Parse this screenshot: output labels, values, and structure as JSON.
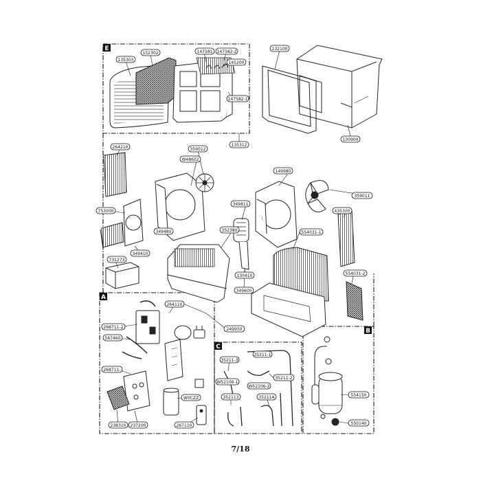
{
  "page_number": "7/18",
  "sections": {
    "E": "E",
    "A": "A",
    "B": "B",
    "C": "C"
  },
  "labels": {
    "l152302": "152302",
    "l135303": "135303",
    "l147581": "147581",
    "l147582_2": "147582-2",
    "l145200": "145200",
    "l147582_1": "147582-1",
    "l135312": "135312",
    "l132100": "132100",
    "l130900": "130900",
    "l264210": "264210",
    "l359012": "359012",
    "lW48602": "W48602",
    "l149980": "149980",
    "l359011": "359011",
    "l753000": "753000",
    "l349811": "349811",
    "l435300": "435300",
    "l349480": "349480",
    "l352380": "352380",
    "l554031_1": "554031-1",
    "l349410": "349410",
    "l731273": "731273",
    "l130410": "130410",
    "l554031_2": "554031-2",
    "l349600": "349600",
    "l264110": "264110",
    "l268711_2": "268711-2",
    "l567460": "567460",
    "l249950": "249950",
    "l268711": "268711-",
    "lW0CZZ": "W0CZZ",
    "l238310": "238310",
    "l237200": "237200",
    "l267110": "267110",
    "l35211_3": "35211-3",
    "l35211_1": "35211-1",
    "lW52106_1": "W52106-1",
    "lW52106_2": "W52106-2",
    "l35211_2": "35211-2",
    "l352113": "352113",
    "l35211A": "35211A",
    "l554150": "554150",
    "l550140": "550140"
  }
}
